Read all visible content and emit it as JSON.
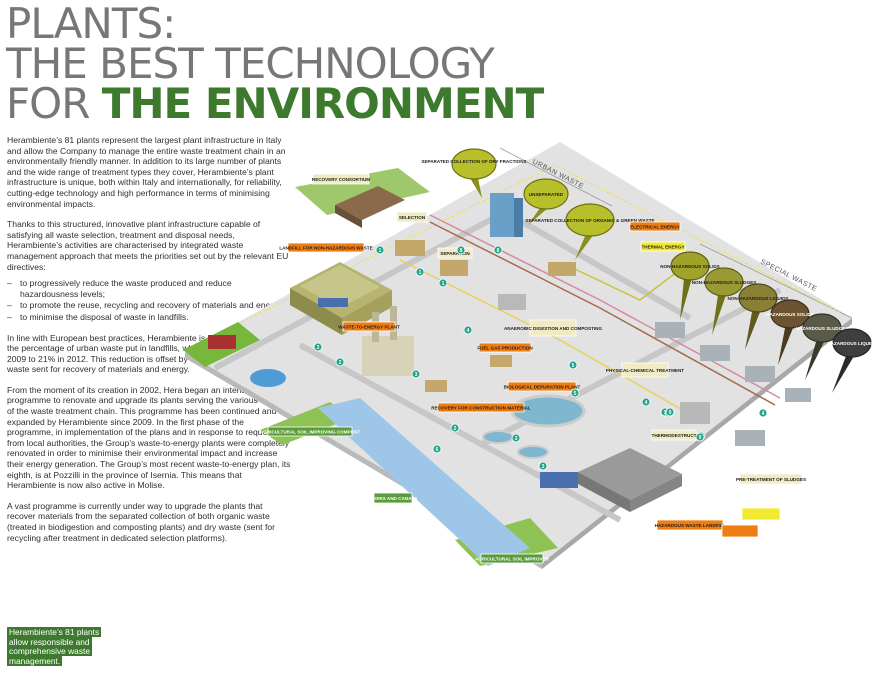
{
  "title": {
    "line1": "PLANTS:",
    "line2": "THE BEST TECHNOLOGY",
    "line3_prefix": "FOR ",
    "line3_highlight": "THE ENVIRONMENT"
  },
  "body": {
    "p1": "Herambiente’s 81 plants represent the largest plant infrastructure in Italy and allow the Company to manage the entire waste treatment chain in an environmentally friendly manner. In addition to its large number of plants and the wide range of treatment types they cover, Herambiente’s plant infrastructure is unique, both within Italy and internationally, for reliability, cutting-edge technology and high performance in terms of minimising environmental impacts.",
    "p2": "Thanks to this structured, innovative plant infrastructure capable of satisfying all waste selection, treatment and disposal needs, Herambiente’s activities are characterised by integrated waste management approach that meets the priorities set out by the relevant EU directives:",
    "bullets": [
      "to progressively reduce the waste produced and reduce hazardousness levels;",
      "to promote the reuse, recycling and recovery of materials and energy;",
      "to minimise the disposal of waste in landfills."
    ],
    "p3": "In line with European best practices, Herambiente is continuing to reduce the percentage of urban waste put in landfills, which fell from 30.1% in 2009 to 21% in 2012. This reduction is offset by the gradual growth in waste sent for recovery of materials and energy.",
    "p4": "From the moment of its creation in 2002, Hera began an intensive programme to renovate and upgrade its plants serving the various stages of the waste treatment chain. This programme has been continued and expanded by Herambiente since 2009. In the first phase of the programme, in implementation of the plans and in response to requests from local authorities, the Group’s waste-to-energy plants were completely renovated in order to minimise their environmental impact and increase their energy generation. The Group’s most recent waste-to-energy plan, its eighth, is at Pozzilli in the province of Isernia. This means that Herambiente is now also active in Molise.",
    "p5": "A vast programme is currently under way to upgrade the plants that recover materials from the separated collection of both organic waste (treated in biodigestion and composting plants) and dry waste (sent for recycling after treatment in dedicated selection platforms)."
  },
  "callout": "Herambiente’s 81 plants allow responsible and comprehensive waste management.",
  "diagram": {
    "sections": {
      "urban": "URBAN WASTE",
      "special": "SPECIAL WASTE"
    },
    "bubbles": {
      "separated_dry": "SEPARATED COLLECTION OF DRY FRACTIONS",
      "unseparated": "UNSEPARATED",
      "separated_organic": "SEPARATED COLLECTION OF ORGANIC & GREEN WASTE",
      "nh_solids": "NON-HAZARDOUS SOLIDS",
      "nh_sludges": "NON-HAZARDOUS SLUDGES",
      "nh_liquids": "NON-HAZARDOUS LIQUIDS",
      "h_solids": "HAZARDOUS SOLIDS",
      "h_sludges": "HAZARDOUS SLUDGES",
      "h_liquids": "HAZARDOUS LIQUIDS"
    },
    "labels": {
      "recovery_consortium": "RECOVERY CONSORTIUM",
      "selection": "SELECTION",
      "separation": "SEPARATION",
      "landfill_nh": "LANDFILL FOR NON-HAZARDOUS WASTE",
      "waste_to_energy": "WASTE-TO-ENERGY PLANT",
      "electrical_energy": "ELECTRICAL ENERGY",
      "thermal_energy": "THERMAL ENERGY",
      "anaerobic": "ANAEROBIC DIGESTION AND COMPOSTING",
      "fuel": "FUEL GAS PRODUCTION",
      "bio_depuration": "BIOLOGICAL DEPURATION PLANT",
      "recovery_construction": "RECOVERY FOR CONSTRUCTION MATERIAL",
      "physical_chemical": "PHYSICAL-CHEMICAL TREATMENT",
      "thermodestruct": "THERMODESTRUCT",
      "pretreatment": "PRE-TREATMENT OF SLUDGES",
      "hazardous_landfill": "HAZARDOUS WASTE LANDFILL",
      "agri1": "AGRICULTURAL SOIL IMPROVING COMPOST",
      "rivers": "RIVERS AND CANALS",
      "agri2": "AGRICULTURAL SOIL IMPROVER"
    },
    "badges": [
      "1",
      "1",
      "1",
      "2",
      "2",
      "2",
      "3",
      "3",
      "3",
      "4",
      "4",
      "4",
      "5",
      "5",
      "6",
      "6",
      "7",
      "7",
      "8",
      "8",
      "9",
      "9"
    ]
  },
  "colors": {
    "accent_green": "#3e7a2e",
    "title_gray": "#777777",
    "bubble_olive": "#8a8f1a",
    "label_orange": "#f07d12",
    "label_yellow": "#f2ea2f",
    "badge_teal": "#22a38a"
  }
}
